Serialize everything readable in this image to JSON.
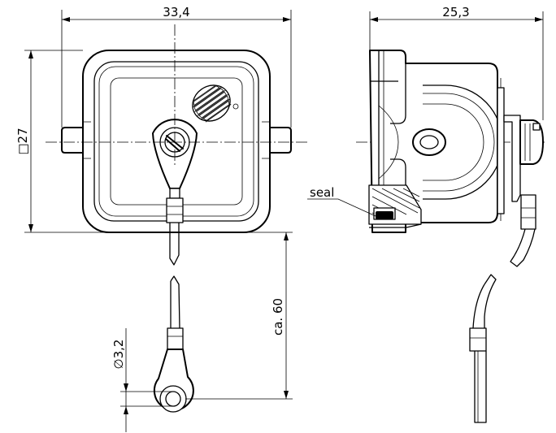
{
  "dimensions": {
    "width_front": "33,4",
    "width_side": "25,3",
    "height_square": "□27",
    "cable_length": "ca. 60",
    "eyelet_diameter": "∅3,2"
  },
  "callouts": {
    "seal": "seal"
  }
}
